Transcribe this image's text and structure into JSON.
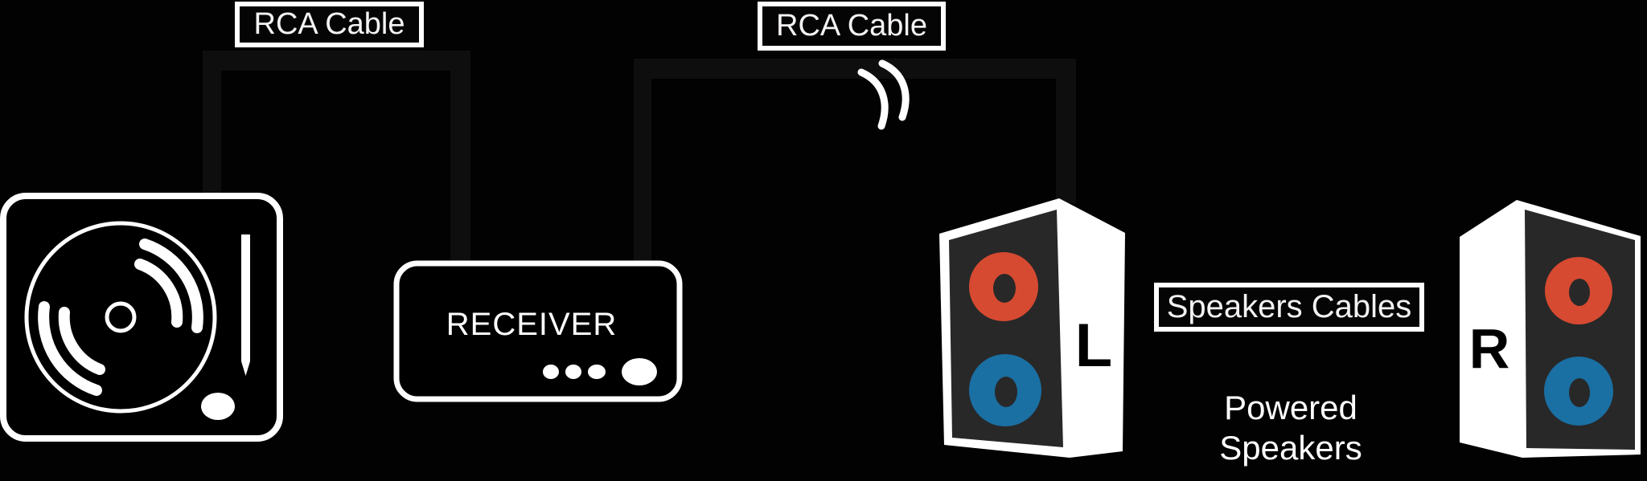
{
  "colors": {
    "background": "#020202",
    "cable": "#0e0e0e",
    "outline_white": "#ffffff",
    "speaker_face": "#282828",
    "driver_red": "#d64a31",
    "driver_blue": "#1a6fa3"
  },
  "labels": {
    "rca_cable_1": "RCA Cable",
    "rca_cable_2": "RCA Cable",
    "speakers_cables": "Speakers Cables",
    "powered_line1": "Powered",
    "powered_line2": "Speakers"
  },
  "receiver": {
    "name": "RECEIVER"
  },
  "speakers": {
    "left": "L",
    "right": "R"
  }
}
